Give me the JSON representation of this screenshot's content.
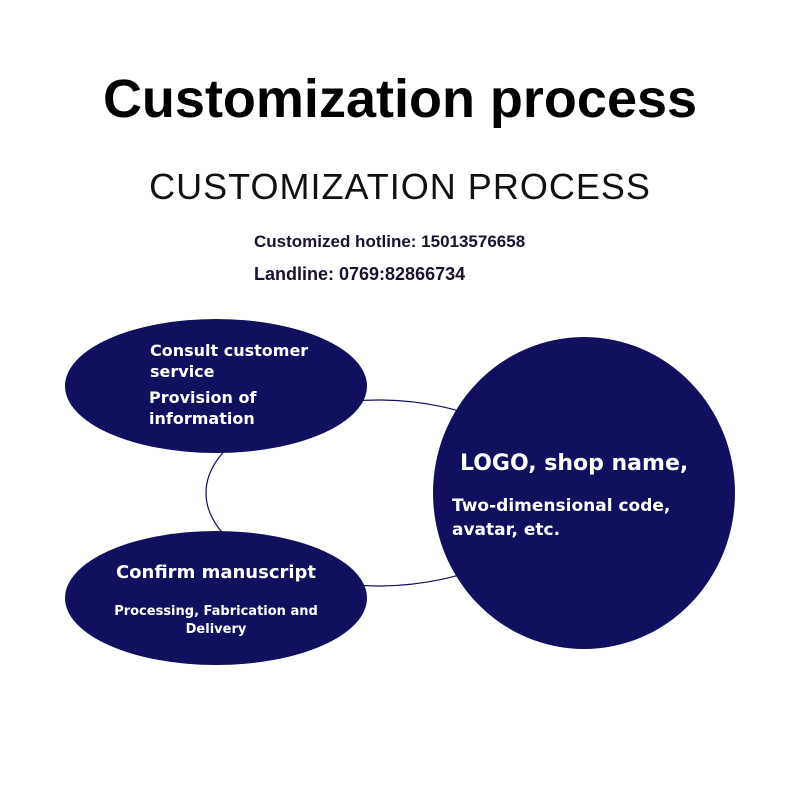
{
  "title": "Customization process",
  "subtitle": "CUSTOMIZATION PROCESS",
  "hotline": "Customized hotline: 15013576658",
  "landline": "Landline: 0769:82866734",
  "colors": {
    "node": "#10105e",
    "line": "#10105e"
  },
  "nodes": {
    "consult": {
      "line1": "Consult customer service",
      "line2": "Provision of information"
    },
    "design": {
      "line1": "LOGO, shop name,",
      "line2": "Two-dimensional code, avatar, etc."
    },
    "confirm": {
      "line1": "Confirm manuscript",
      "line2": "Processing, Fabrication and Delivery"
    }
  }
}
